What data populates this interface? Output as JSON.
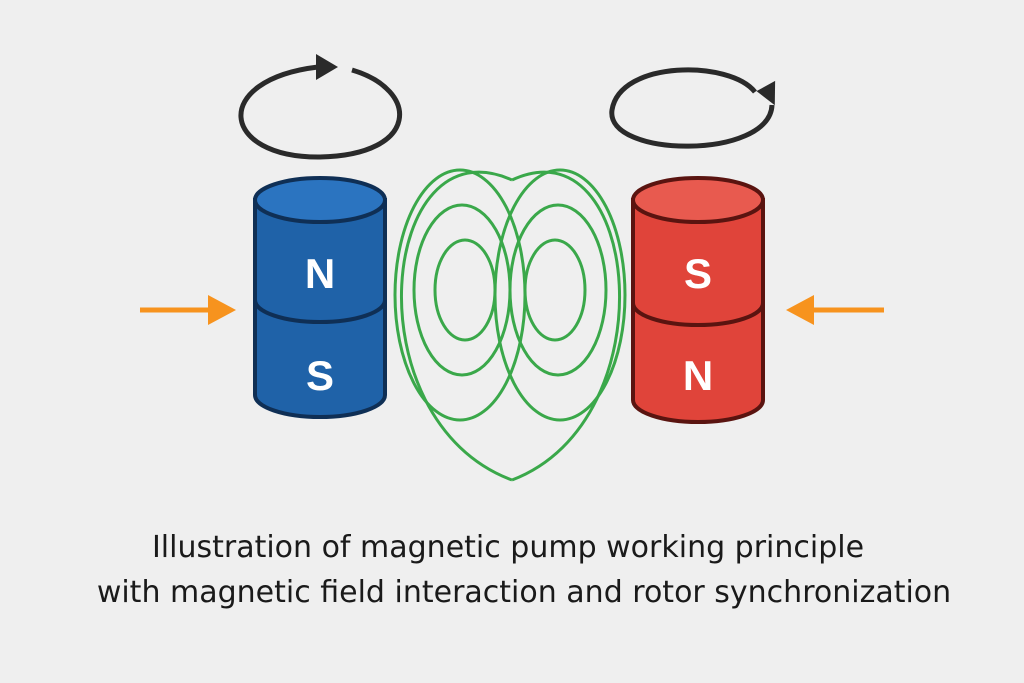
{
  "colors": {
    "left_magnet": "#1f62a8",
    "right_magnet": "#e0443a",
    "field": "#3aa84a",
    "arrow": "#f7931e",
    "rotation": "#2a2a2a"
  },
  "left_magnet": {
    "top": "N",
    "bottom": "S"
  },
  "right_magnet": {
    "top": "S",
    "bottom": "N"
  },
  "caption": {
    "line1": "Illustration of magnetic pump working principle",
    "line2": "with magnetic field interaction and rotor synchronization"
  }
}
